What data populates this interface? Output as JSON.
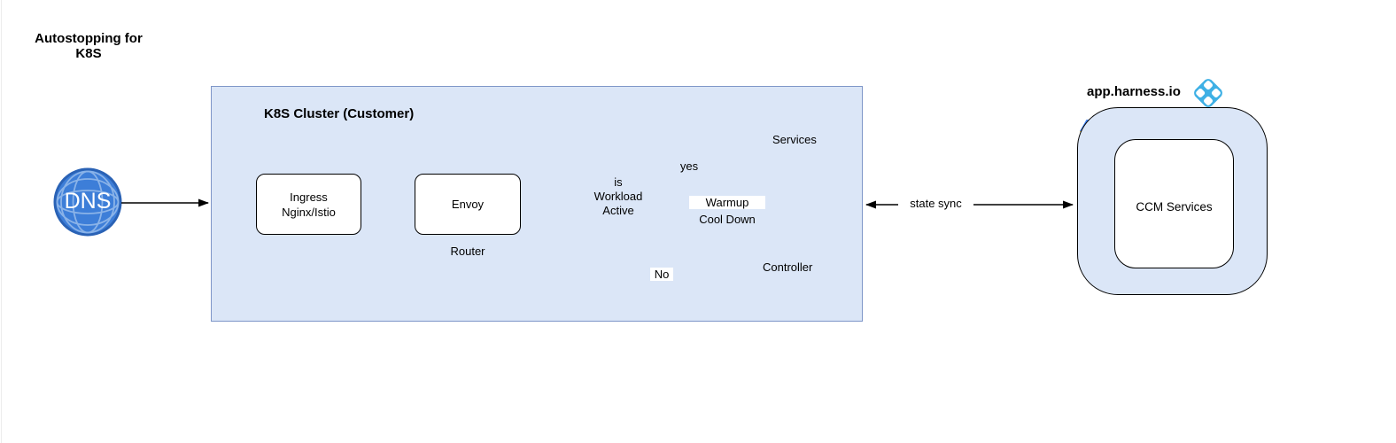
{
  "title": {
    "line1": "Autostopping for",
    "line2": "K8S"
  },
  "dns": {
    "label": "DNS"
  },
  "cluster": {
    "title": "K8S Cluster (Customer)",
    "ingress": {
      "line1": "Ingress",
      "line2": "Nginx/Istio"
    },
    "envoy": {
      "label": "Envoy",
      "caption": "Router"
    },
    "decision": {
      "line1": "is",
      "line2": "Workload",
      "line3": "Active"
    },
    "branch_yes": "yes",
    "branch_no": "No",
    "services_label": "Services",
    "controller_label": "Controller",
    "warmup_label": "Warmup",
    "cooldown_label": "Cool Down"
  },
  "sync": {
    "label": "state sync"
  },
  "harness": {
    "title": "app.harness.io",
    "ccm_label": "CCM Services"
  },
  "icons": {
    "dns": "globe",
    "cluster_badge": "kubernetes-wheel-heptagon",
    "services": "cube-cluster",
    "controller": "cube",
    "harness_logo": "harness-diamond",
    "gcp_logo": "google-cloud-hexagon",
    "ccm_badge": "kubernetes-wheel-square"
  },
  "colors": {
    "cluster_fill": "#dbe6f7",
    "cluster_border": "#7e96c8",
    "k8s_blue": "#326ce5",
    "cube_blue": "#2a5bcc",
    "dns_blue": "#3d7ed8",
    "dns_edge": "#2a62b5",
    "harness_logo_blue": "#3eb0e5",
    "gcp_blue": "#4285f4",
    "gcp_red": "#ea4335",
    "gcp_yellow": "#fbbc05",
    "connector": "#000000"
  }
}
